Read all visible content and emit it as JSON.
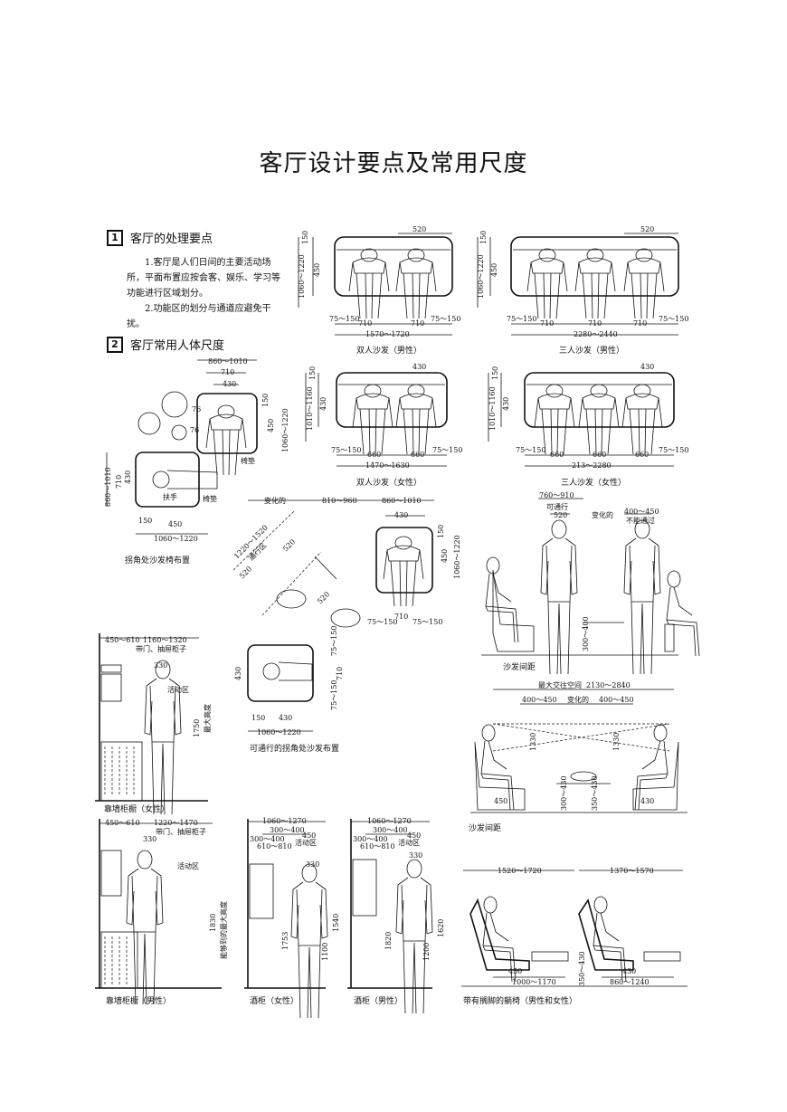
{
  "title": "客厅设计要点及常用尺度",
  "section1": {
    "num": "1",
    "heading": "客厅的处理要点"
  },
  "notes": [
    "1.客厅是人们日间的主要活动场所，平面布置应按会客、娱乐、学习等功能进行区域划分。",
    "2.功能区的划分与通道应避免干扰。"
  ],
  "section2": {
    "num": "2",
    "heading": "客厅常用人体尺度"
  },
  "captions": {
    "sofa2_male": "双人沙发（男性）",
    "sofa3_male": "三人沙发（男性）",
    "sofa2_female": "双人沙发（女性）",
    "sofa3_female": "三人沙发（女性）",
    "corner": "拐角处沙发椅布置",
    "corner_pass": "可通行的拐角处沙发布置",
    "sofa_dist1": "沙发间距",
    "sofa_dist2": "沙发间距",
    "wall_cab_f": "靠墙柜橱（女性）",
    "wall_cab_m": "靠墙柜橱（男性）",
    "wine_f": "酒柜（女性）",
    "wine_m": "酒柜（男性）",
    "recliner": "带有搁脚的躺椅（男性和女性）"
  },
  "dims": {
    "s2m_top": "520",
    "s2m_total": "1570～1720",
    "s2m_a": "75～150",
    "s2m_b": "710",
    "s2m_c": "710",
    "s2m_d": "75～150",
    "s2m_h1": "150",
    "s2m_h2": "450",
    "s2m_h": "1060～1220",
    "s3m_top": "520",
    "s3m_total": "2280～2440",
    "s3m_a": "75～150",
    "s3m_b": "710",
    "s3m_c": "710",
    "s3m_d": "710",
    "s3m_e": "75～150",
    "s3m_h1": "150",
    "s3m_h2": "450",
    "s3m_h": "1060～1220",
    "s2f_top": "430",
    "s2f_total": "1470～1630",
    "s2f_a": "75～150",
    "s2f_b": "660",
    "s2f_c": "660",
    "s2f_d": "75～150",
    "s2f_h1": "150",
    "s2f_h2": "430",
    "s2f_h": "1010～1160",
    "s3f_top": "430",
    "s3f_total": "213～2280",
    "s3f_a": "75～150",
    "s3f_b": "660",
    "s3f_c": "660",
    "s3f_d": "660",
    "s3f_e": "75～150",
    "s3f_h1": "150",
    "s3f_h2": "430",
    "s3f_h": "1010～1160",
    "c_top": "860～1010",
    "c_710": "710",
    "c_430": "430",
    "c_76a": "76",
    "c_76b": "76",
    "c_150": "150",
    "c_450": "450",
    "c_h": "1060～1220",
    "c_left_h": "860～1010",
    "c_left_710": "710",
    "c_left_430": "430",
    "c_cushion": "椅垫",
    "c_cushion2": "椅垫",
    "c_b150": "150",
    "c_b450": "450",
    "c_bottom": "1060～1220",
    "c_mid": "扶手",
    "p_var": "变化的",
    "p_810": "810～960",
    "p_860": "860～1010",
    "p_430": "430",
    "p_150": "150",
    "p_450": "450",
    "p_h": "1060～1220",
    "p_diag": "1220～1520",
    "p_pass": "通行区",
    "p_520a": "520",
    "p_520b": "520",
    "p_520c": "520",
    "p_75a": "75～150",
    "p_710": "710",
    "p_75b": "75～150",
    "p_75c": "75～150",
    "p_710b": "710",
    "p_75d": "75～150",
    "p_430l": "430",
    "p_150b": "150",
    "p_430b": "430",
    "p_bottom": "1060～1220",
    "d1_760": "760～910",
    "d1_pass": "可通行",
    "d1_520": "520",
    "d1_var": "变化的",
    "d1_400": "400～450",
    "d1_no": "不能通过",
    "d1_300": "300～400",
    "d2_max": "最大交往空间",
    "d2_total": "2130～2840",
    "d2_400a": "400～450",
    "d2_var": "变化的",
    "d2_400b": "400～450",
    "d2_1330": "1330",
    "d2_1330b": "1330",
    "d2_450": "450",
    "d2_300": "300～430",
    "d2_350": "350～430",
    "d2_430": "430",
    "wf_450": "450～610",
    "wf_1160": "1160～1320",
    "wf_door": "带门、抽屉柜子",
    "wf_330": "330",
    "wf_active": "活动区",
    "wf_1750": "1750",
    "wf_max": "最大高度",
    "wm_450": "450～610",
    "wm_1220": "1220～1470",
    "wm_door": "带门、抽屉柜子",
    "wm_330": "330",
    "wm_active": "活动区",
    "wm_1830": "1830",
    "wm_max": "能够到的最大高度",
    "jf_1060": "1060～1270",
    "jf_300": "300～400",
    "jf_450": "450",
    "jf_3004": "300～400",
    "jf_610": "610～810",
    "jf_active": "活动区",
    "jf_330": "330",
    "jf_1753": "1753",
    "jf_1100": "1100",
    "jf_1540": "1540",
    "jm_1060": "1060～1270",
    "jm_300": "300～400",
    "jm_450": "450",
    "jm_3004": "300～400",
    "jm_610": "610～810",
    "jm_active": "活动区",
    "jm_330": "330",
    "jm_1820": "1820",
    "jm_1200": "1200",
    "jm_1620": "1620",
    "r_1520": "1520～1720",
    "r_1370": "1370～1570",
    "r_450": "450",
    "r_1000": "1000～1170",
    "r_350": "350～430",
    "r_430": "430",
    "r_860": "860～1240"
  }
}
